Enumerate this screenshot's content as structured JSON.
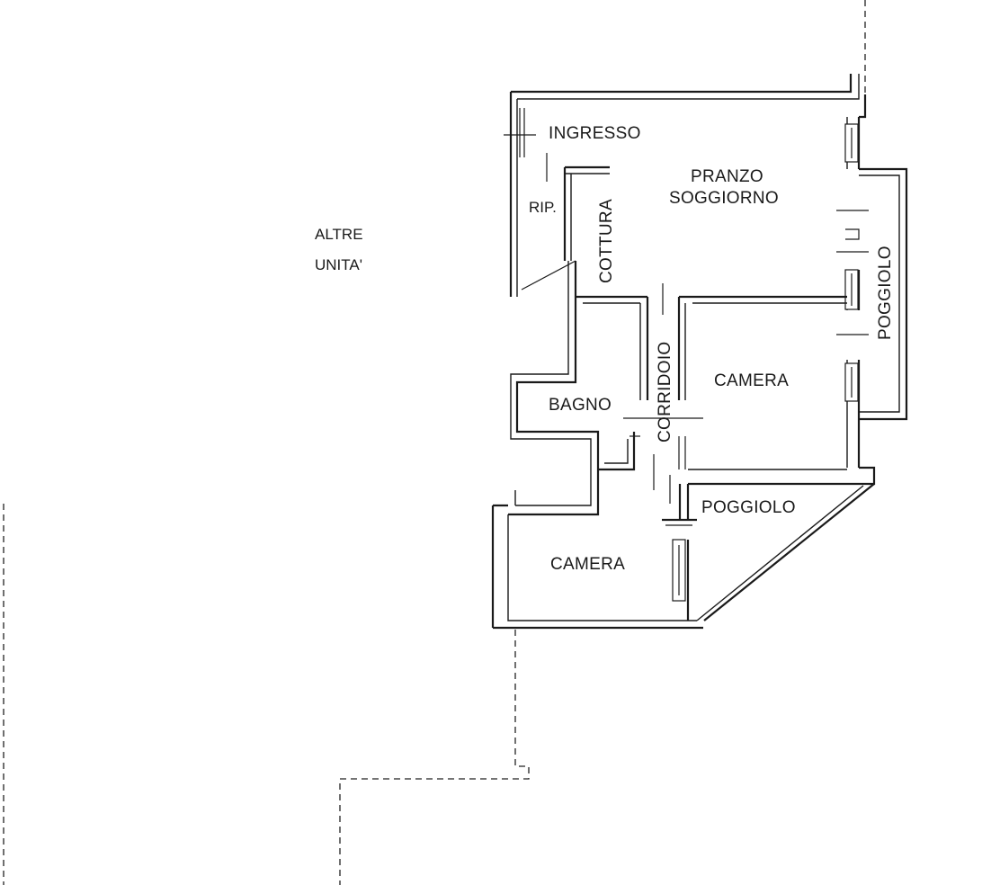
{
  "plan": {
    "rooms": {
      "ingresso": "INGRESSO",
      "pranzo_line1": "PRANZO",
      "pranzo_line2": "SOGGIORNO",
      "rip": "RIP.",
      "cottura": "COTTURA",
      "poggiolo_east": "POGGIOLO",
      "corridoio": "CORRIDOIO",
      "camera_east": "CAMERA",
      "bagno": "BAGNO",
      "poggiolo_south": "POGGIOLO",
      "camera_south": "CAMERA"
    },
    "neighbours": {
      "line1": "ALTRE",
      "line2": "UNITA'"
    }
  }
}
